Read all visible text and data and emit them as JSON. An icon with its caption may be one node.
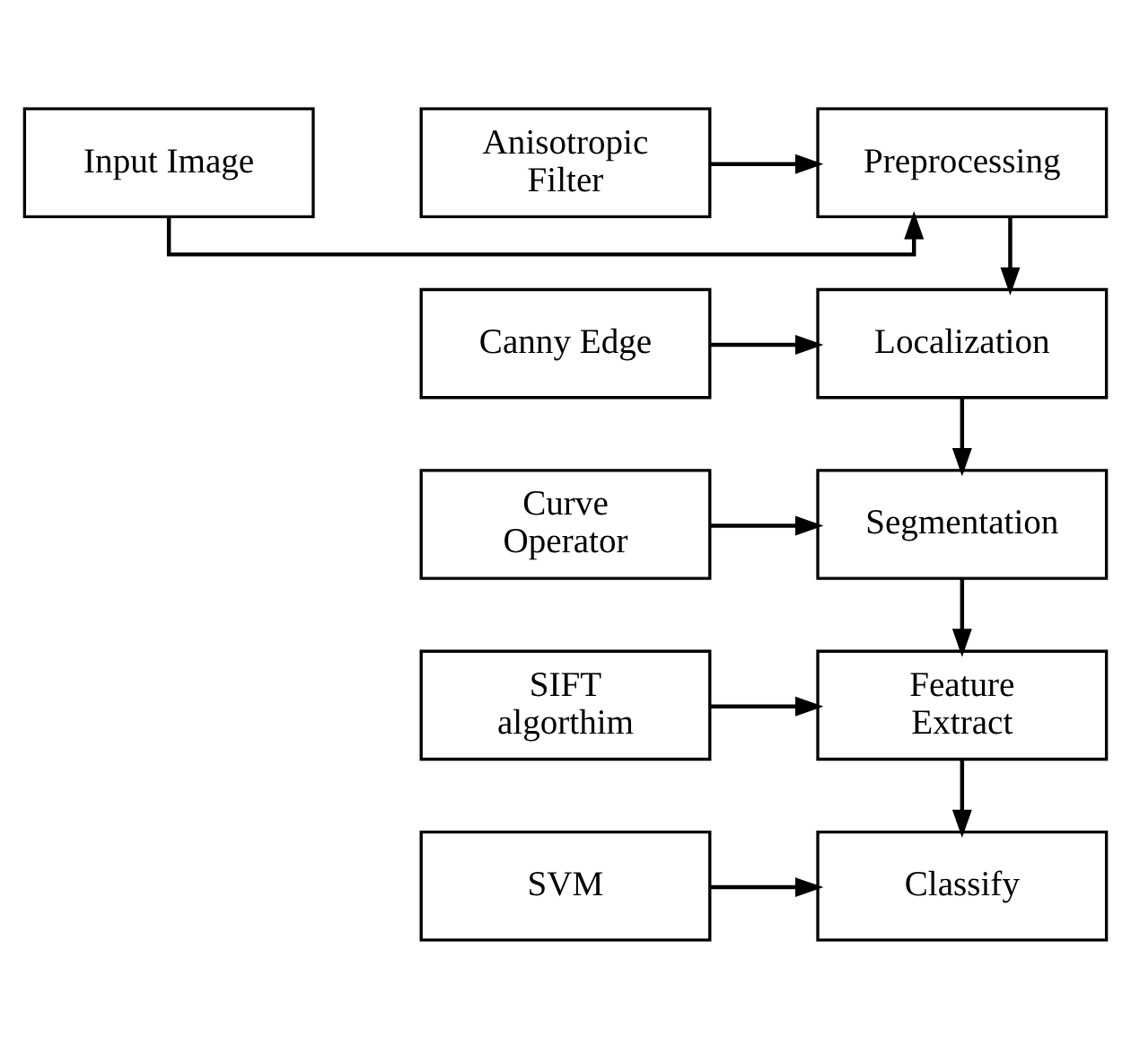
{
  "diagram": {
    "nodes": [
      {
        "text": [
          "Input Image"
        ]
      },
      {
        "text": [
          "Preprocessing"
        ]
      },
      {
        "text": [
          "Anisotropic Filter"
        ]
      },
      {
        "text": [
          "Localization"
        ]
      },
      {
        "text": [
          "Canny Edge"
        ]
      },
      {
        "text": [
          "Segmentation"
        ]
      },
      {
        "text": [
          "Curve Operator"
        ]
      },
      {
        "text": [
          "Feature Extract"
        ]
      },
      {
        "text": [
          "SIFT algorthim"
        ]
      },
      {
        "text": [
          "Classify"
        ]
      },
      {
        "text": [
          "SVM"
        ]
      }
    ],
    "edges": [
      {
        "from": 0,
        "to": 1,
        "arrow": "to"
      },
      {
        "from": 2,
        "to": 1,
        "arrow": "to"
      },
      {
        "from": 1,
        "to": 3,
        "arrow": "to"
      },
      {
        "from": 4,
        "to": 3,
        "arrow": "to"
      },
      {
        "from": 3,
        "to": 5,
        "arrow": "to"
      },
      {
        "from": 6,
        "to": 5,
        "arrow": "to"
      },
      {
        "from": 5,
        "to": 7,
        "arrow": "to"
      },
      {
        "from": 8,
        "to": 7,
        "arrow": "to"
      },
      {
        "from": 7,
        "to": 9,
        "arrow": "to"
      },
      {
        "from": 10,
        "to": 9,
        "arrow": "to"
      }
    ]
  }
}
